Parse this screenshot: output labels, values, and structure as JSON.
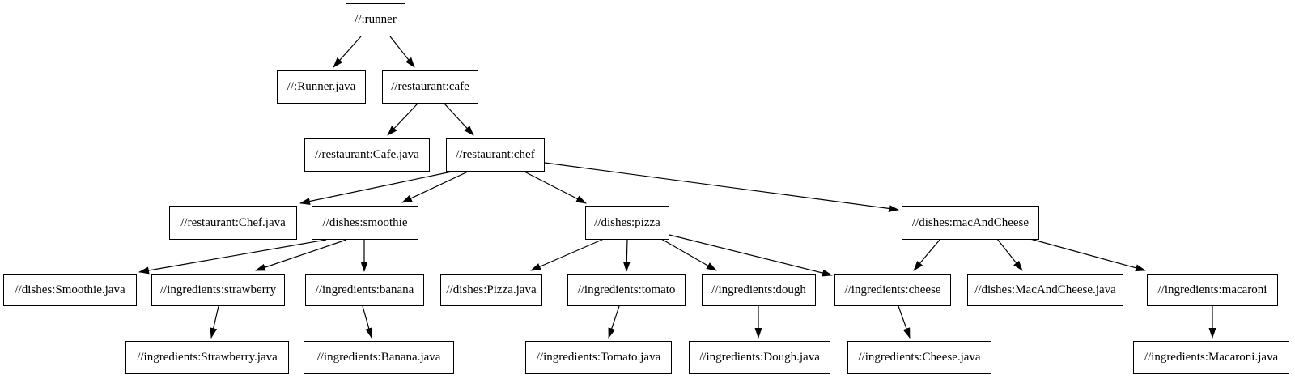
{
  "diagram": {
    "type": "dependency-graph",
    "colors": {
      "background": "#ffffff",
      "node_border": "#000000",
      "node_fill": "#ffffff",
      "text": "#000000",
      "edge": "#000000"
    }
  },
  "nodes": [
    {
      "id": "runner",
      "label": "//:runner"
    },
    {
      "id": "runner-java",
      "label": "//:Runner.java"
    },
    {
      "id": "cafe",
      "label": "//restaurant:cafe"
    },
    {
      "id": "cafe-java",
      "label": "//restaurant:Cafe.java"
    },
    {
      "id": "chef",
      "label": "//restaurant:chef"
    },
    {
      "id": "chef-java",
      "label": "//restaurant:Chef.java"
    },
    {
      "id": "smoothie",
      "label": "//dishes:smoothie"
    },
    {
      "id": "pizza",
      "label": "//dishes:pizza"
    },
    {
      "id": "mac-and-cheese",
      "label": "//dishes:macAndCheese"
    },
    {
      "id": "smoothie-java",
      "label": "//dishes:Smoothie.java"
    },
    {
      "id": "strawberry",
      "label": "//ingredients:strawberry"
    },
    {
      "id": "banana",
      "label": "//ingredients:banana"
    },
    {
      "id": "pizza-java",
      "label": "//dishes:Pizza.java"
    },
    {
      "id": "tomato",
      "label": "//ingredients:tomato"
    },
    {
      "id": "dough",
      "label": "//ingredients:dough"
    },
    {
      "id": "cheese",
      "label": "//ingredients:cheese"
    },
    {
      "id": "mac-and-cheese-java",
      "label": "//dishes:MacAndCheese.java"
    },
    {
      "id": "macaroni",
      "label": "//ingredients:macaroni"
    },
    {
      "id": "strawberry-java",
      "label": "//ingredients:Strawberry.java"
    },
    {
      "id": "banana-java",
      "label": "//ingredients:Banana.java"
    },
    {
      "id": "tomato-java",
      "label": "//ingredients:Tomato.java"
    },
    {
      "id": "dough-java",
      "label": "//ingredients:Dough.java"
    },
    {
      "id": "cheese-java",
      "label": "//ingredients:Cheese.java"
    },
    {
      "id": "macaroni-java",
      "label": "//ingredients:Macaroni.java"
    }
  ],
  "edges": [
    {
      "from": "runner",
      "to": "runner-java"
    },
    {
      "from": "runner",
      "to": "cafe"
    },
    {
      "from": "cafe",
      "to": "cafe-java"
    },
    {
      "from": "cafe",
      "to": "chef"
    },
    {
      "from": "chef",
      "to": "chef-java"
    },
    {
      "from": "chef",
      "to": "smoothie"
    },
    {
      "from": "chef",
      "to": "pizza"
    },
    {
      "from": "chef",
      "to": "mac-and-cheese"
    },
    {
      "from": "smoothie",
      "to": "smoothie-java"
    },
    {
      "from": "smoothie",
      "to": "strawberry"
    },
    {
      "from": "smoothie",
      "to": "banana"
    },
    {
      "from": "pizza",
      "to": "pizza-java"
    },
    {
      "from": "pizza",
      "to": "tomato"
    },
    {
      "from": "pizza",
      "to": "dough"
    },
    {
      "from": "pizza",
      "to": "cheese"
    },
    {
      "from": "mac-and-cheese",
      "to": "cheese"
    },
    {
      "from": "mac-and-cheese",
      "to": "mac-and-cheese-java"
    },
    {
      "from": "mac-and-cheese",
      "to": "macaroni"
    },
    {
      "from": "strawberry",
      "to": "strawberry-java"
    },
    {
      "from": "banana",
      "to": "banana-java"
    },
    {
      "from": "tomato",
      "to": "tomato-java"
    },
    {
      "from": "dough",
      "to": "dough-java"
    },
    {
      "from": "cheese",
      "to": "cheese-java"
    },
    {
      "from": "macaroni",
      "to": "macaroni-java"
    }
  ]
}
